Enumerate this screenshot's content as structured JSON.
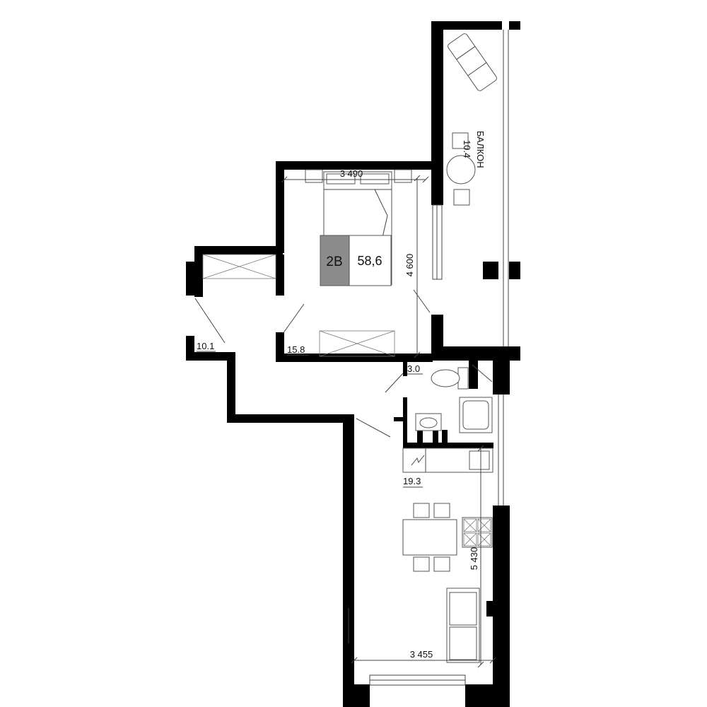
{
  "apartment": {
    "code": "2В",
    "total_area": "58,6"
  },
  "rooms": {
    "balcony_name": "БАЛКОН",
    "balcony_area": "10.4",
    "bedroom_area": "15.8",
    "hall_area": "10.1",
    "bathroom_area": "3.0",
    "kitchen_living_area": "19.3"
  },
  "dimensions": {
    "bedroom_width": "3 490",
    "bedroom_depth": "4 600",
    "kitchen_length": "5 430",
    "kitchen_width": "3 455"
  },
  "colors": {
    "wall": "#000000",
    "badge_code_fill": "#8c8c8c",
    "badge_area_fill": "#ffffff"
  }
}
